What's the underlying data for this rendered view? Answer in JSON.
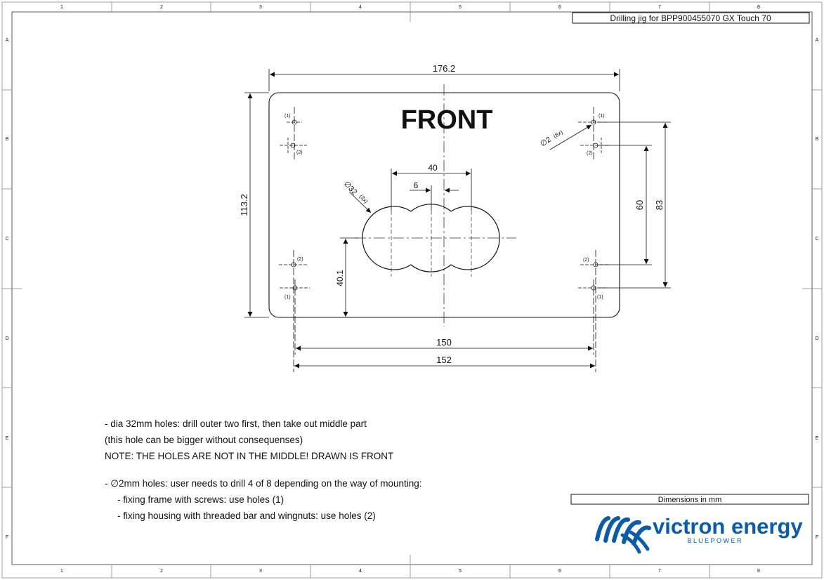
{
  "title_block": {
    "title": "Drilling jig for BPP900455070  GX Touch 70",
    "units_note": "Dimensions in mm"
  },
  "border": {
    "columns": [
      "1",
      "2",
      "3",
      "4",
      "5",
      "6",
      "7",
      "8"
    ],
    "rows": [
      "A",
      "B",
      "C",
      "D",
      "E",
      "F"
    ]
  },
  "drawing": {
    "side_label": "FRONT",
    "dimensions": {
      "overall_width": "176.2",
      "overall_height": "113.2",
      "hole_span_outer": "152",
      "hole_span_inner": "150",
      "vertical_83": "83",
      "vertical_60": "60",
      "big_hole_pitch": "40",
      "big_hole_offset": "6",
      "big_hole_height": "40.1",
      "small_hole_callout": "∅2",
      "small_hole_count": "(8x)",
      "big_hole_callout": "∅32",
      "big_hole_count": "(3x)"
    },
    "hole_tags": {
      "frame": "(1)",
      "housing": "(2)"
    }
  },
  "notes": {
    "line1": "- dia 32mm holes: drill outer two first, then take out middle part",
    "line2": "(this hole can be bigger without consequenses)",
    "line3": "NOTE: THE HOLES ARE NOT IN THE MIDDLE! DRAWN IS FRONT",
    "line4": "- ∅2mm holes: user needs to drill 4 of 8 depending on the way of mounting:",
    "line5": "- fixing frame with screws: use holes (1)",
    "line6": "- fixing housing with threaded bar and wingnuts: use holes (2)"
  },
  "logo": {
    "brand": "victron energy",
    "tagline": "B L U E   P O W E R",
    "brand_color": "#0a5ba8"
  }
}
